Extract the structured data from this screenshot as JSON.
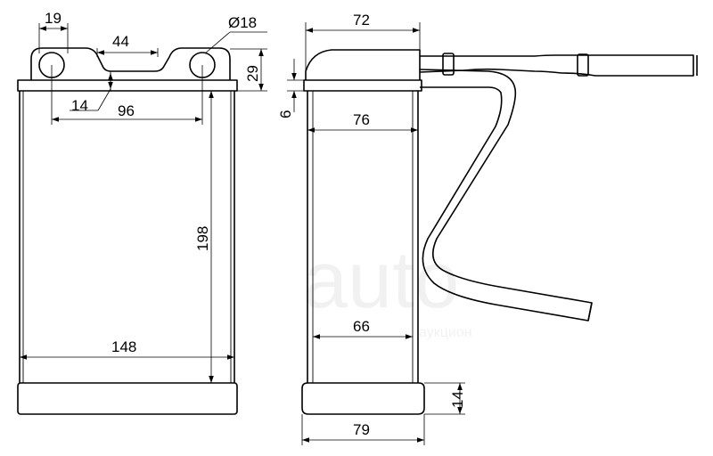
{
  "dimensions": {
    "top_lug_width": "19",
    "top_gap": "44",
    "pipe_diameter": "Ø18",
    "top_height": "29",
    "neck_height": "14",
    "pipe_spacing": "96",
    "core_height": "198",
    "core_width": "148",
    "side_top_width": "72",
    "side_flange": "6",
    "side_core_width": "76",
    "side_bottom_inner": "66",
    "bottom_tank_height": "14",
    "bottom_tank_width": "79"
  },
  "watermark": {
    "brand": "auto",
    "sub": "аукцион"
  }
}
